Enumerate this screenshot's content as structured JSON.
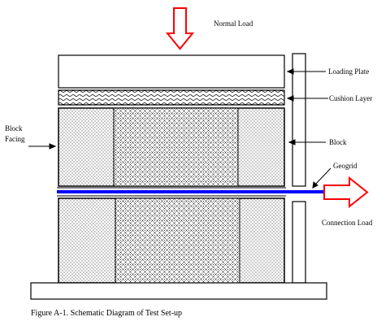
{
  "labels": {
    "normal_load": "Normal Load",
    "loading_plate": "Loading Plate",
    "cushion_layer": "Cushion Layer",
    "block_facing_line1": "Block",
    "block_facing_line2": "Facing",
    "block": "Block",
    "geogrid": "Geogrid",
    "connection_load": "Connection Load"
  },
  "caption": "Figure A-1.  Schematic Diagram of Test Set-up",
  "colors": {
    "load_arrow": "#ff0000",
    "geogrid": "#0000ff",
    "outline": "#000000"
  }
}
